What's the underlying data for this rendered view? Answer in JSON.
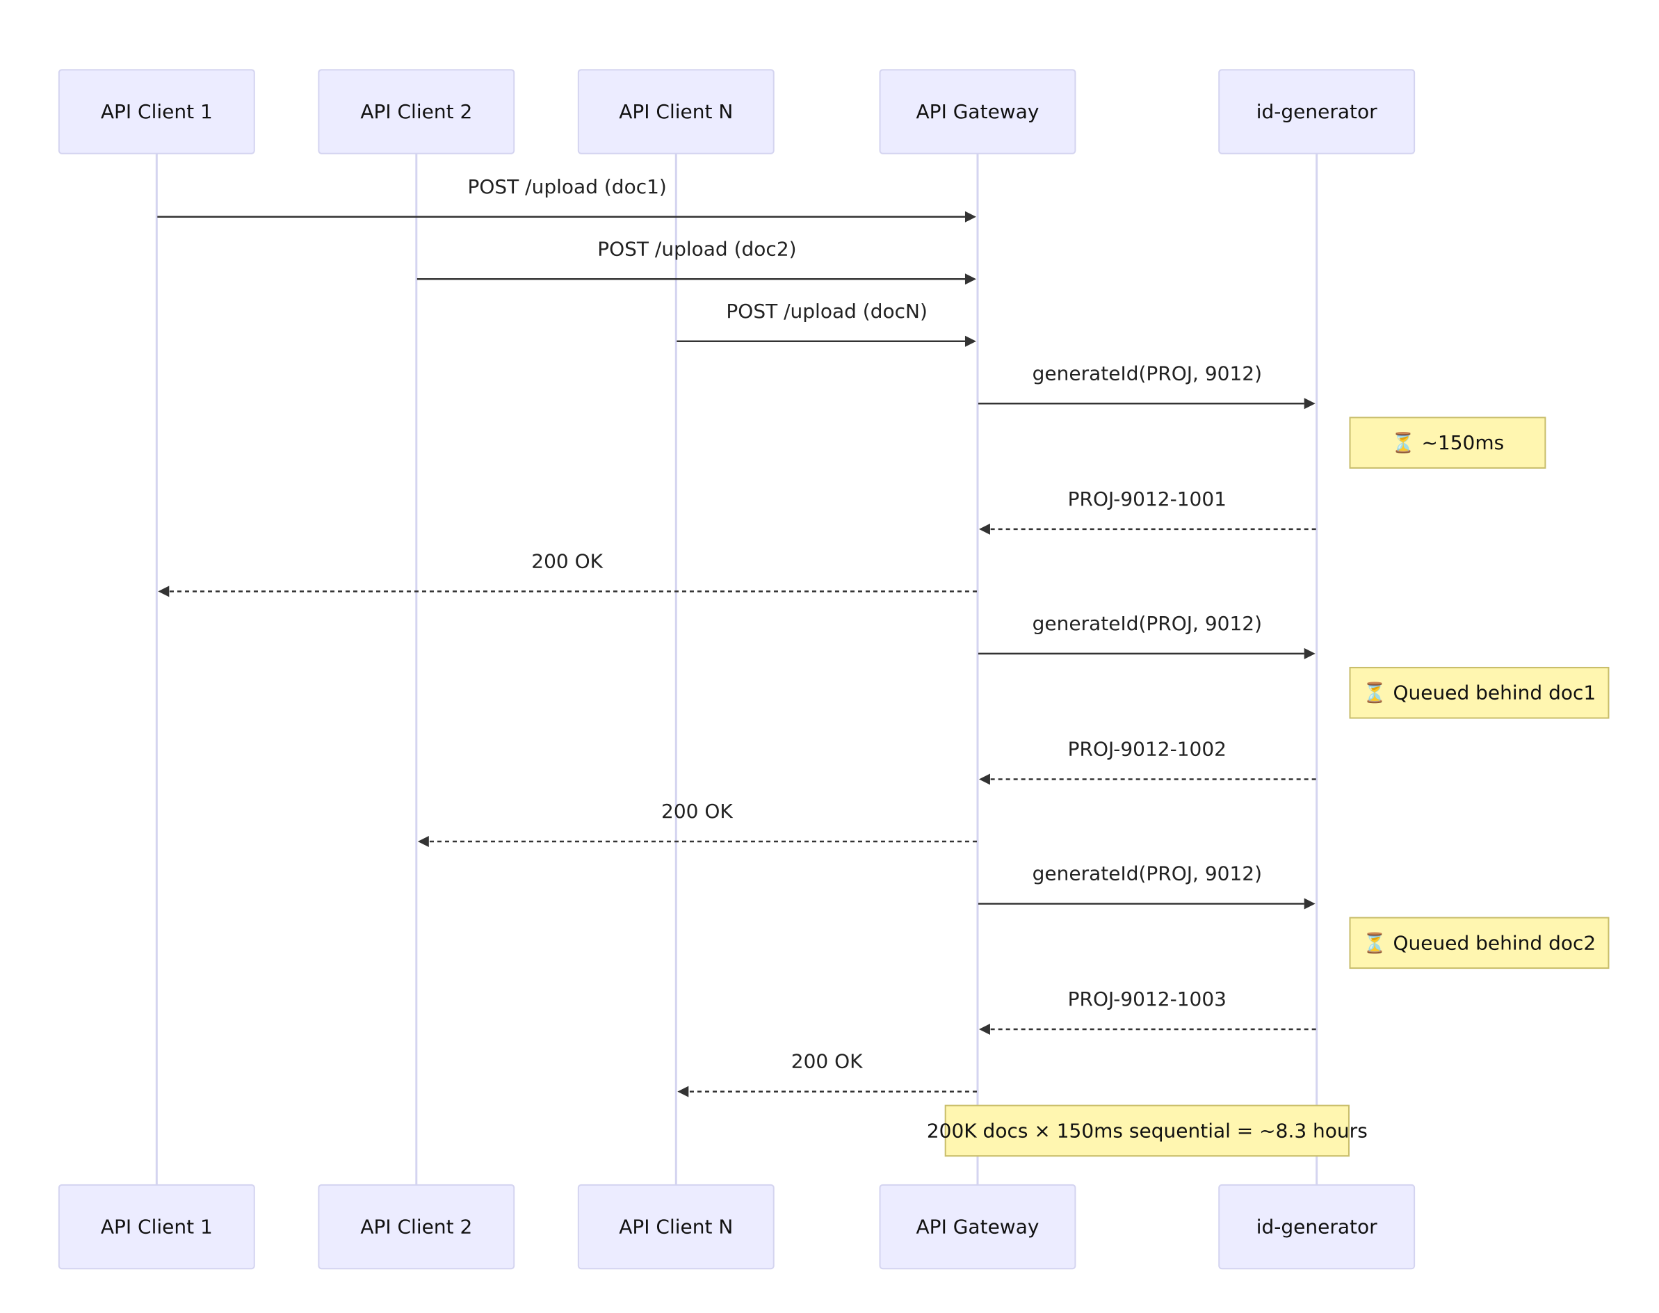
{
  "participants": [
    {
      "id": "c1",
      "label": "API Client 1"
    },
    {
      "id": "c2",
      "label": "API Client 2"
    },
    {
      "id": "cn",
      "label": "API Client N"
    },
    {
      "id": "gw",
      "label": "API Gateway"
    },
    {
      "id": "idg",
      "label": "id-generator"
    }
  ],
  "messages": [
    {
      "from": "c1",
      "to": "gw",
      "label": "POST /upload (doc1)",
      "style": "solid"
    },
    {
      "from": "c2",
      "to": "gw",
      "label": "POST /upload (doc2)",
      "style": "solid"
    },
    {
      "from": "cn",
      "to": "gw",
      "label": "POST /upload (docN)",
      "style": "solid"
    },
    {
      "from": "gw",
      "to": "idg",
      "label": "generateId(PROJ, 9012)",
      "style": "solid"
    },
    {
      "note": "⏳ ~150ms"
    },
    {
      "from": "idg",
      "to": "gw",
      "label": "PROJ-9012-1001",
      "style": "dotted"
    },
    {
      "from": "gw",
      "to": "c1",
      "label": "200 OK",
      "style": "dotted"
    },
    {
      "from": "gw",
      "to": "idg",
      "label": "generateId(PROJ, 9012)",
      "style": "solid"
    },
    {
      "note": "⏳ Queued behind doc1"
    },
    {
      "from": "idg",
      "to": "gw",
      "label": "PROJ-9012-1002",
      "style": "dotted"
    },
    {
      "from": "gw",
      "to": "c2",
      "label": "200 OK",
      "style": "dotted"
    },
    {
      "from": "gw",
      "to": "idg",
      "label": "generateId(PROJ, 9012)",
      "style": "solid"
    },
    {
      "note": "⏳ Queued behind doc2"
    },
    {
      "from": "idg",
      "to": "gw",
      "label": "PROJ-9012-1003",
      "style": "dotted"
    },
    {
      "from": "gw",
      "to": "cn",
      "label": "200 OK",
      "style": "dotted"
    }
  ],
  "summary_note": "200K docs × 150ms sequential = ~8.3 hours",
  "colors": {
    "actor_fill": "#ECECFF",
    "actor_border": "#D4D4F0",
    "note_fill": "#FFF6B0",
    "note_border": "#C8BD6A",
    "line": "#333333"
  }
}
